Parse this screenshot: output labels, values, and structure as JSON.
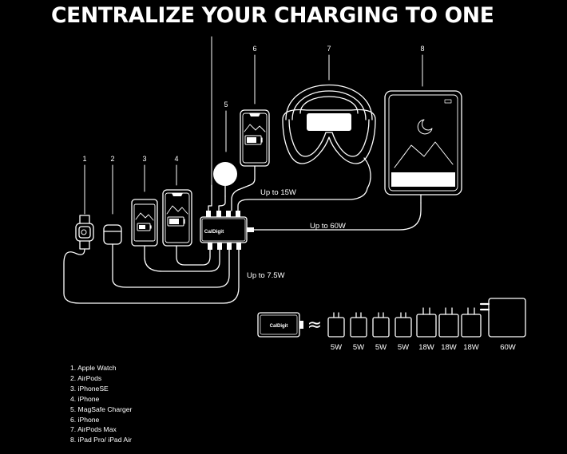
{
  "title": "CENTRALIZE YOUR CHARGING TO ONE",
  "brand_label": "CalDigit",
  "callouts": {
    "watch": "1",
    "airpods": "2",
    "iphonese": "3",
    "iphone_a": "4",
    "magsafe": "5",
    "iphone_b": "6",
    "airpods_max": "7",
    "ipad": "8"
  },
  "power_labels": {
    "up_to_15w": "Up to 15W",
    "up_to_60w": "Up to 60W",
    "up_to_7_5w": "Up to 7.5W"
  },
  "equivalence": {
    "symbol": "≈",
    "adapters": [
      "5W",
      "5W",
      "5W",
      "5W",
      "18W",
      "18W",
      "18W",
      "60W"
    ]
  },
  "legend": [
    "1. Apple Watch",
    "2. AirPods",
    "3. iPhoneSE",
    "4. iPhone",
    "5. MagSafe Charger",
    "6. iPhone",
    "7. AirPods Max",
    "8. iPad Pro/ iPad Air"
  ],
  "colors": {
    "background": "#000000",
    "foreground": "#ffffff"
  }
}
